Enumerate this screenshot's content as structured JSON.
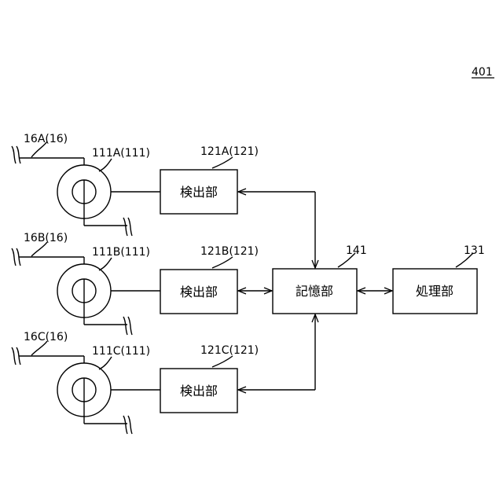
{
  "figure_ref": "401",
  "channels": [
    {
      "cable": "16A(16)",
      "sensor": "111A(111)",
      "detector_ref": "121A(121)",
      "detector_label": "検出部"
    },
    {
      "cable": "16B(16)",
      "sensor": "111B(111)",
      "detector_ref": "121B(121)",
      "detector_label": "検出部"
    },
    {
      "cable": "16C(16)",
      "sensor": "111C(111)",
      "detector_ref": "121C(121)",
      "detector_label": "検出部"
    }
  ],
  "storage": {
    "ref": "141",
    "label": "記憶部"
  },
  "processor": {
    "ref": "131",
    "label": "処理部"
  }
}
